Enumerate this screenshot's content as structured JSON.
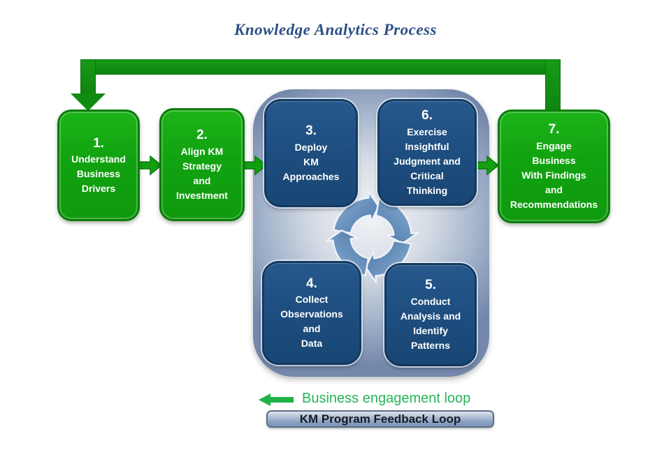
{
  "title": "Knowledge Analytics Process",
  "boxes": {
    "b1": {
      "number": "1.",
      "label": "Understand\nBusiness\nDrivers"
    },
    "b2": {
      "number": "2.",
      "label": "Align KM\nStrategy\nand\nInvestment"
    },
    "b3": {
      "number": "3.",
      "label": "Deploy\nKM\nApproaches"
    },
    "b4": {
      "number": "4.",
      "label": "Collect\nObservations\nand\nData"
    },
    "b5": {
      "number": "5.",
      "label": "Conduct\nAnalysis and\nIdentify\nPatterns"
    },
    "b6": {
      "number": "6.",
      "label": "Exercise\nInsightful\nJudgment and\nCritical\nThinking"
    },
    "b7": {
      "number": "7.",
      "label": "Engage\nBusiness\nWith Findings\nand\nRecommendations"
    }
  },
  "legend": {
    "business_engagement_label": "Business engagement loop",
    "km_feedback_label": "KM Program Feedback Loop"
  },
  "icons": {
    "flow_arrow": "green-right-block-arrow",
    "feedback_loop": "green-elbow-arrow-down",
    "cycle": "blue-circular-cycle-arrows",
    "legend_arrow": "green-left-block-arrow"
  },
  "colors": {
    "green_box": "#12A112",
    "green_box_border": "#0A7D0A",
    "blue_box": "#1D4E7F",
    "blue_box_border": "#123A62",
    "container_edge": "#7488AB",
    "loop_green": "#118C11",
    "legend_green": "#25B558",
    "title_blue": "#2C5085"
  }
}
